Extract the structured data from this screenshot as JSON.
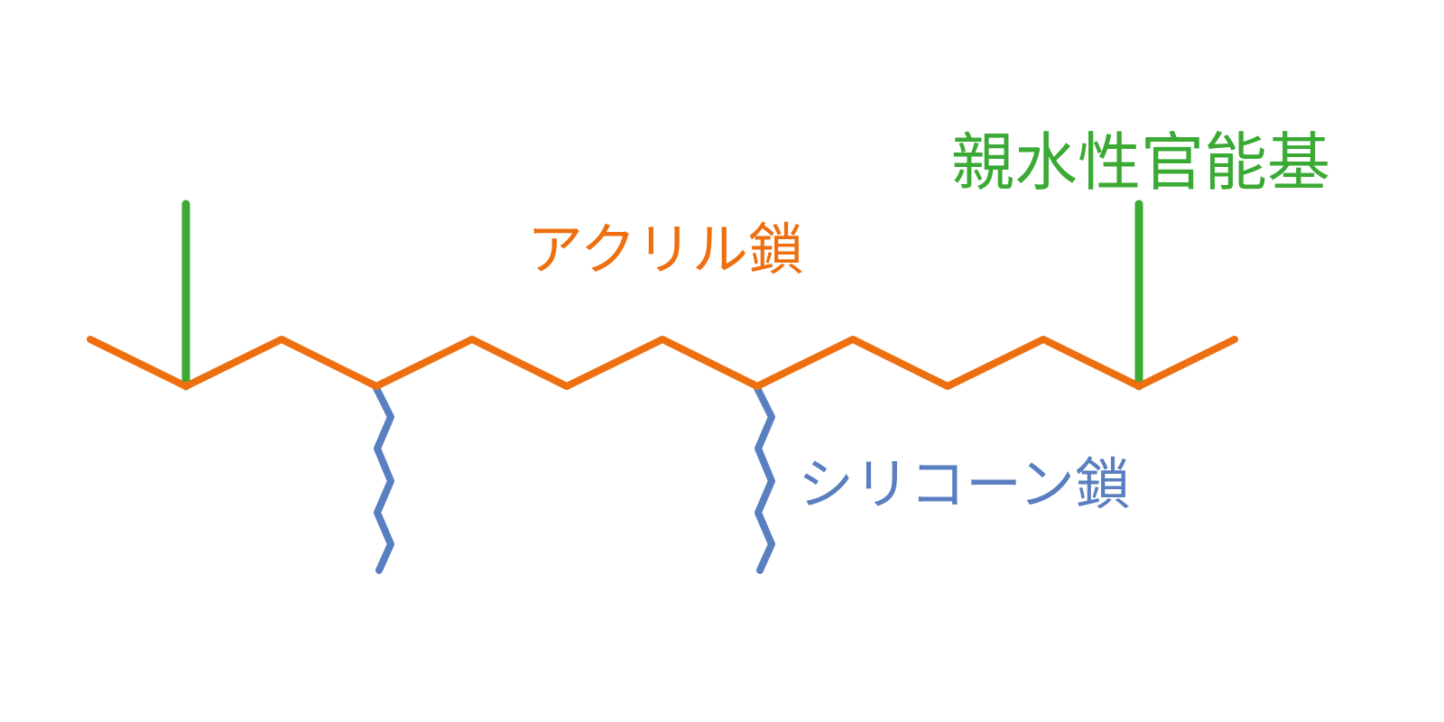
{
  "labels": {
    "acrylic_chain": "アクリル鎖",
    "silicone_chain": "シリコーン鎖",
    "hydrophilic_group": "親水性官能基"
  },
  "colors": {
    "acrylic": "#EE6F10",
    "silicone": "#5A7FC0",
    "hydrophilic": "#3BAA35",
    "background": "#FFFFFF"
  }
}
